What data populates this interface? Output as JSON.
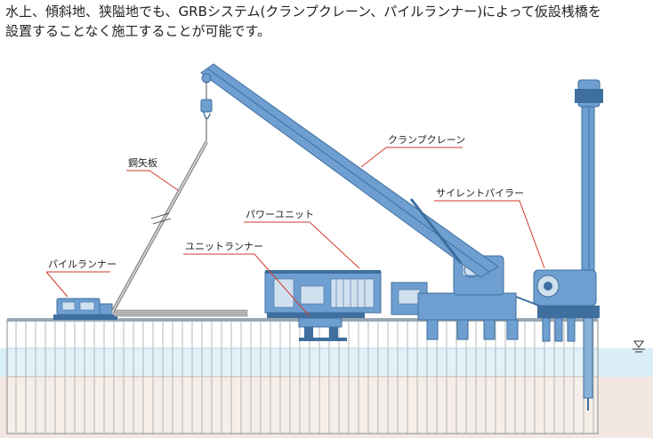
{
  "headline": {
    "line1": "水上、傾斜地、狭隘地でも、GRBシステム(クランプクレーン、パイルランナー)によって仮設桟橋を",
    "line2": "設置することなく施工することが可能です。"
  },
  "labels": {
    "steel_sheet_pile": "鋼矢板",
    "clamp_crane": "クランプクレーン",
    "silent_piler": "サイレントパイラー",
    "power_unit": "パワーユニット",
    "unit_runner": "ユニットランナー",
    "pile_runner": "パイルランナー"
  },
  "colors": {
    "machine": "#6e9fd0",
    "machine_dark": "#3e6f9f",
    "leader": "#d33a2c",
    "water": "#d9eef7",
    "ground": "#f3e8e1",
    "sheet_line": "#8b8b8b"
  }
}
